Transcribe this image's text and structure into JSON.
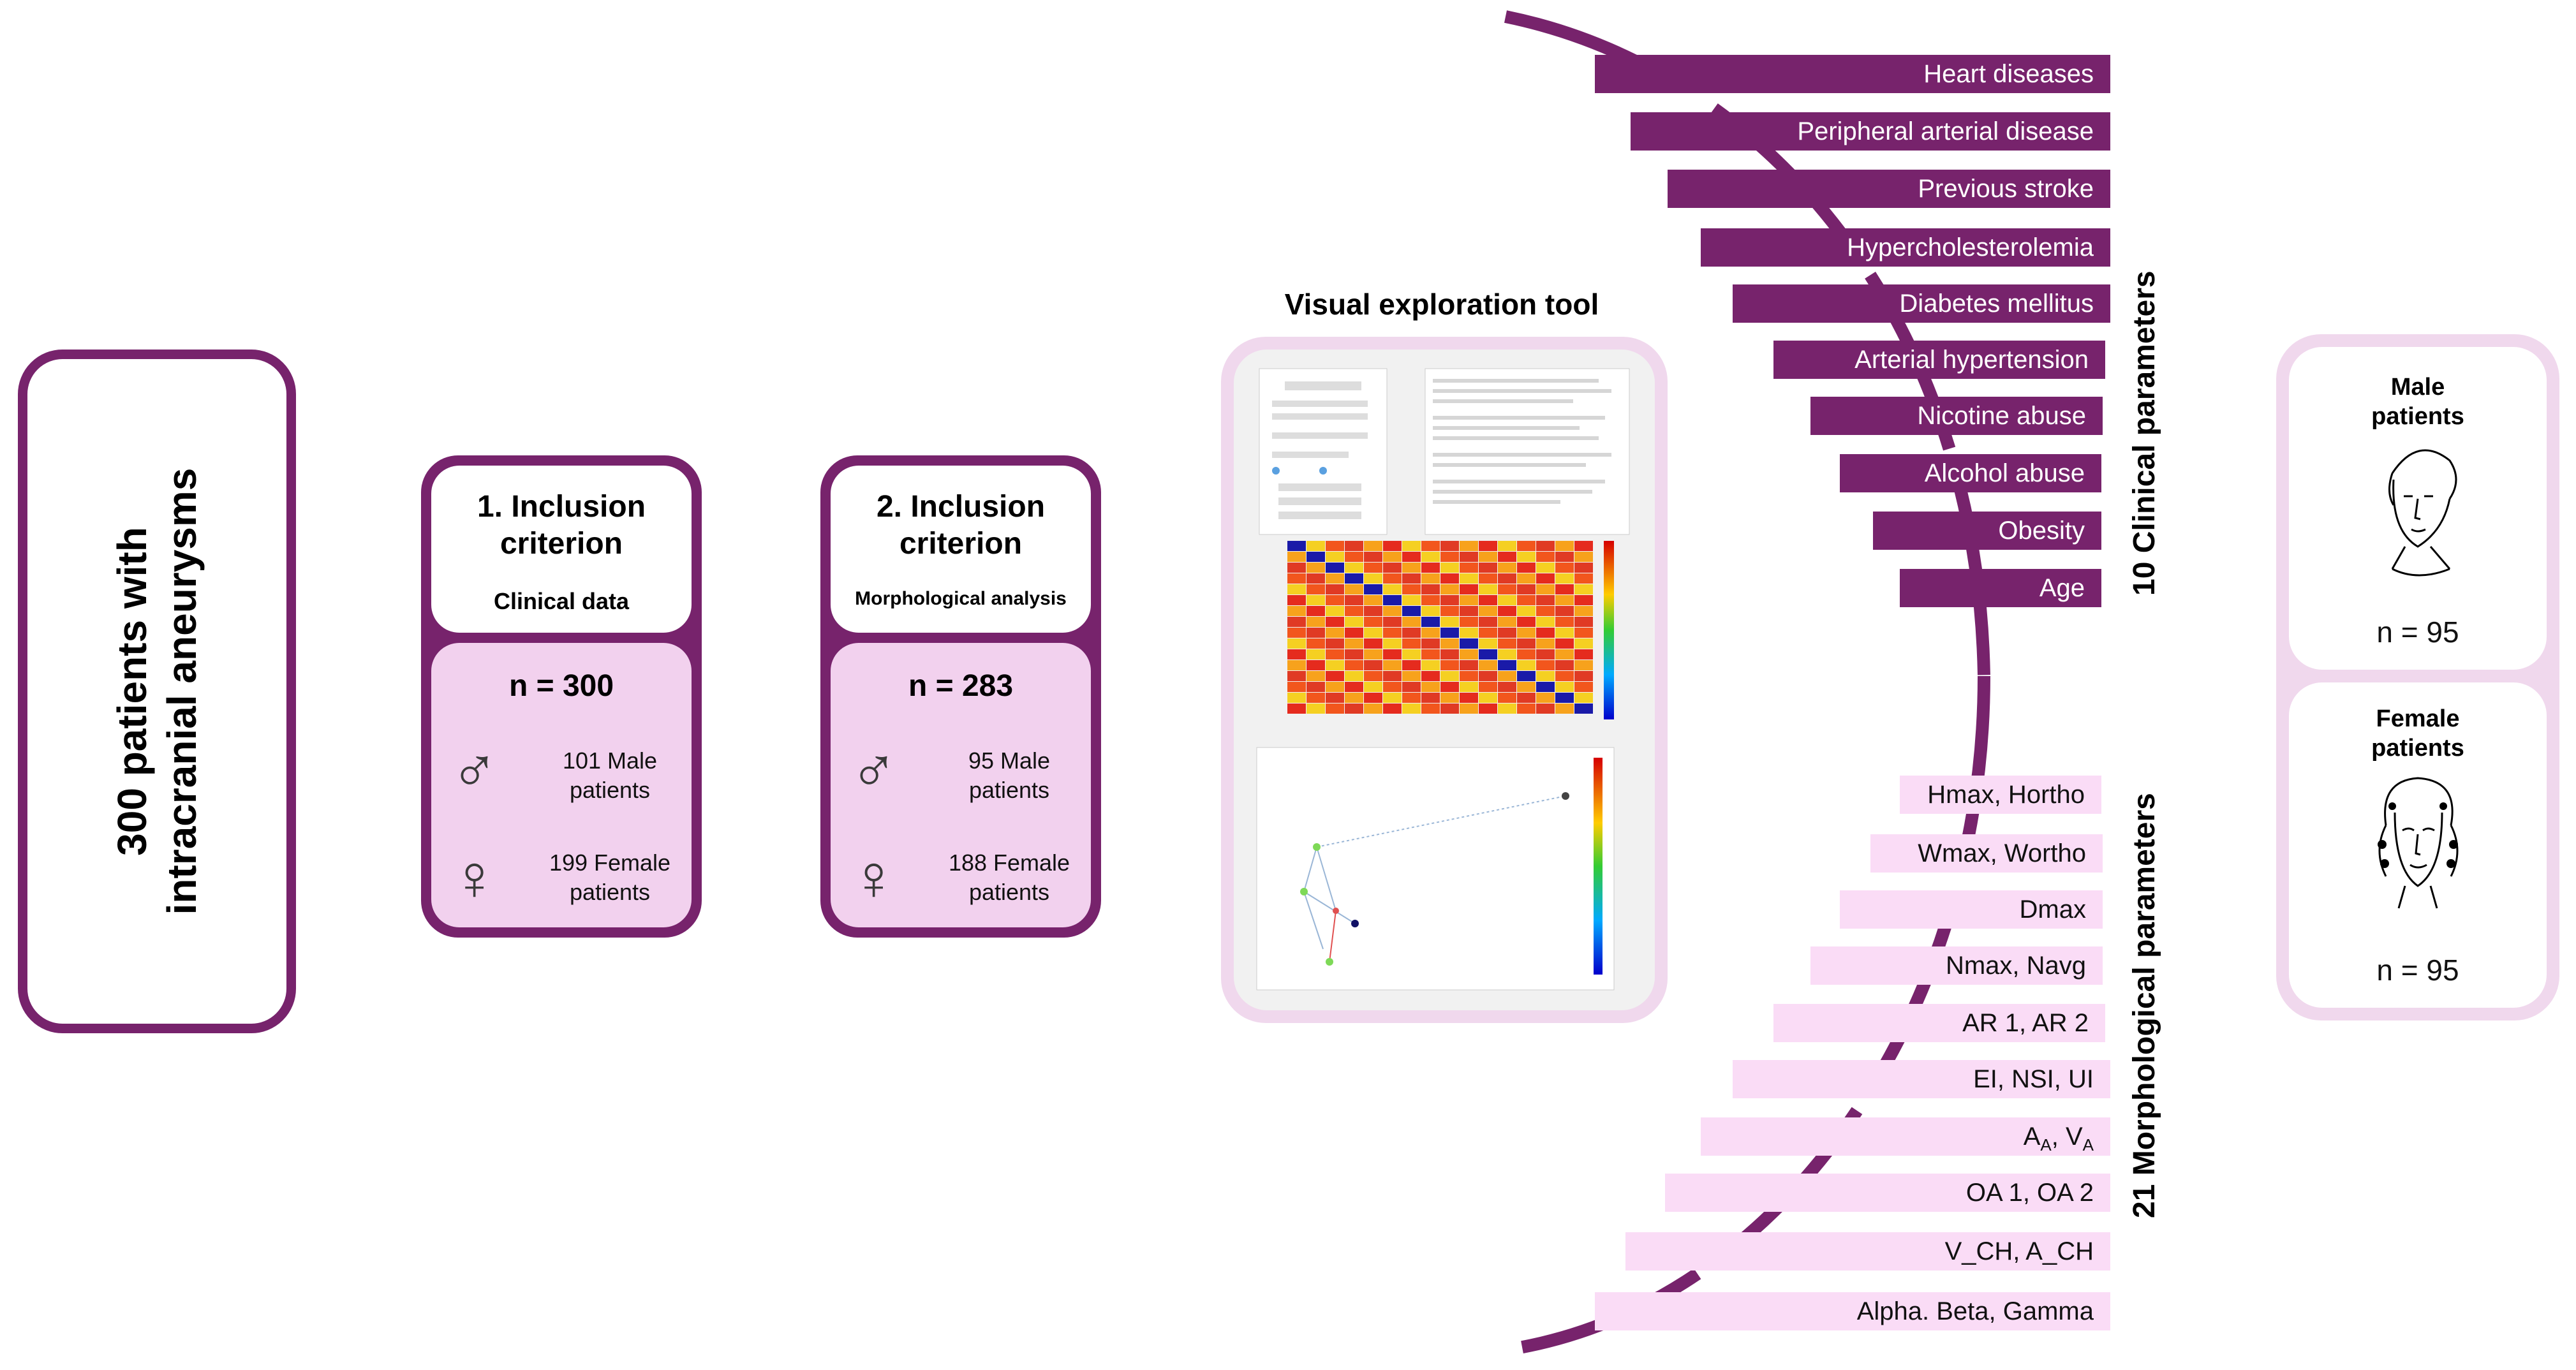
{
  "cohort": {
    "title_line1": "300 patients with",
    "title_line2": "intracranial aneurysms"
  },
  "criteria": [
    {
      "title_line1": "1. Inclusion",
      "title_line2": "criterion",
      "subtitle": "Clinical data",
      "n": "n = 300",
      "male": "101 Male",
      "male2": "patients",
      "female": "199 Female",
      "female2": "patients"
    },
    {
      "title_line1": "2. Inclusion",
      "title_line2": "criterion",
      "subtitle": "Morphological analysis",
      "n": "n = 283",
      "male": "95 Male",
      "male2": "patients",
      "female": "188 Female",
      "female2": "patients"
    }
  ],
  "symbols": {
    "male": "♂",
    "female": "♀"
  },
  "tool": {
    "title": "Visual exploration tool"
  },
  "clinical": {
    "label": "10 Clinical parameters",
    "items": [
      "Heart diseases",
      "Peripheral arterial disease",
      "Previous stroke",
      "Hypercholesterolemia",
      "Diabetes mellitus",
      "Arterial hypertension",
      "Nicotine abuse",
      "Alcohol abuse",
      "Obesity",
      "Age"
    ]
  },
  "morphological": {
    "label": "21 Morphological parameters",
    "items": [
      "Hmax, Hortho",
      "Wmax, Wortho",
      "Dmax",
      "Nmax, Navg",
      "AR 1, AR 2",
      "EI, NSI, UI",
      "A",
      "OA 1, OA 2",
      "V_CH, A_CH",
      "Alpha. Beta, Gamma"
    ],
    "aa": {
      "a1": "A",
      "s1": "A",
      "sep": ", ",
      "a2": "V",
      "s2": "A"
    }
  },
  "groups": {
    "male": {
      "title_line1": "Male",
      "title_line2": "patients",
      "n": "n = 95"
    },
    "female": {
      "title_line1": "Female",
      "title_line2": "patients",
      "n": "n = 95"
    }
  },
  "colors": {
    "accent": "#77236c",
    "light": "#f0d8ed",
    "bar_light": "#fadcf6"
  }
}
